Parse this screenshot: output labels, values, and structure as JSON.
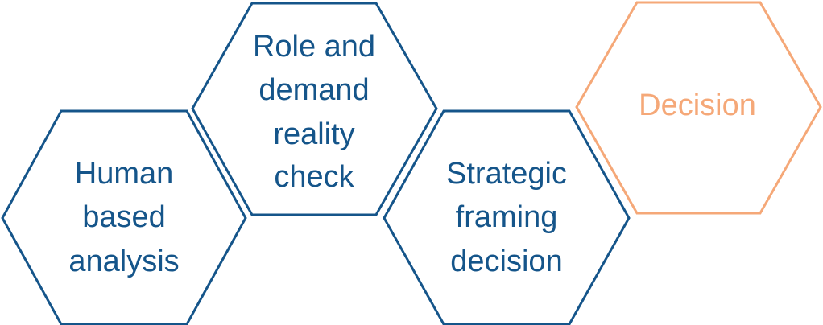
{
  "colors": {
    "primary": "#15558a",
    "highlight": "#f5a878"
  },
  "steps": [
    {
      "lines": [
        "Human",
        "based",
        "analysis"
      ],
      "state": "primary"
    },
    {
      "lines": [
        "Role and",
        "demand",
        "reality",
        "check"
      ],
      "state": "primary"
    },
    {
      "lines": [
        "Strategic",
        "framing",
        "decision"
      ],
      "state": "primary"
    },
    {
      "lines": [
        "Decision"
      ],
      "state": "highlight"
    }
  ]
}
